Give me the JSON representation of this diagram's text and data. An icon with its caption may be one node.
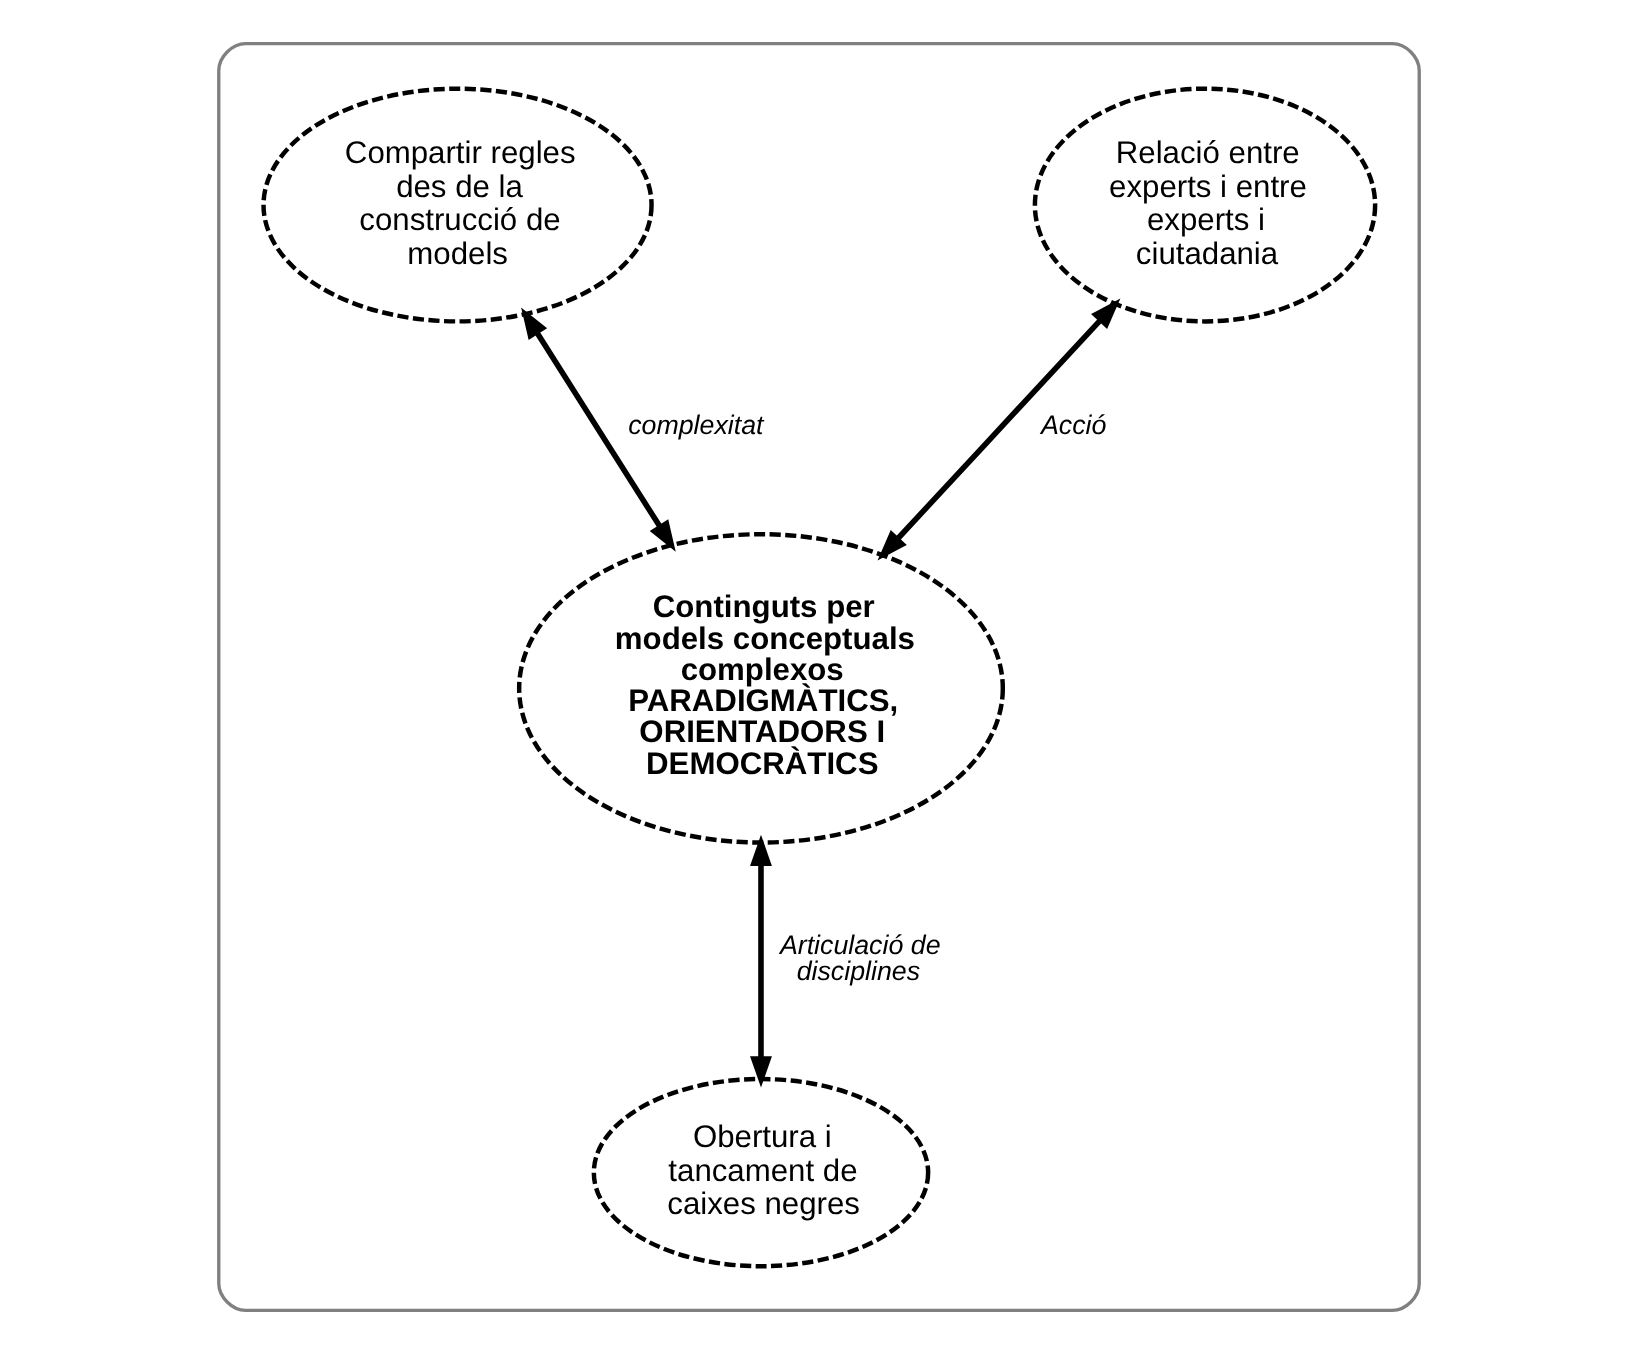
{
  "diagram": {
    "nodes": [
      {
        "text": [],
        "shape": "box"
      },
      {
        "text": [
          "Compartir regles des de la construcció de models"
        ],
        "in": 0
      },
      {
        "text": [
          "Relació entre experts i entre experts i ciutadania"
        ],
        "in": 0
      },
      {
        "text": [
          "Continguts per models conceptuals complexos",
          "PARADIGMÀTICS, ORIENTADORS I DEMOCRÀTICS"
        ],
        "in": 0
      },
      {
        "text": [
          "Obertura i tancament de caixes negres"
        ],
        "in": 0
      }
    ],
    "edges": [
      {
        "from": 1,
        "to": 3,
        "arrow": "both",
        "label": "complexitat"
      },
      {
        "from": 2,
        "to": 3,
        "arrow": "both",
        "label": "Acció"
      },
      {
        "from": 3,
        "to": 4,
        "arrow": "both",
        "label": "Articulació de disciplines"
      }
    ]
  }
}
